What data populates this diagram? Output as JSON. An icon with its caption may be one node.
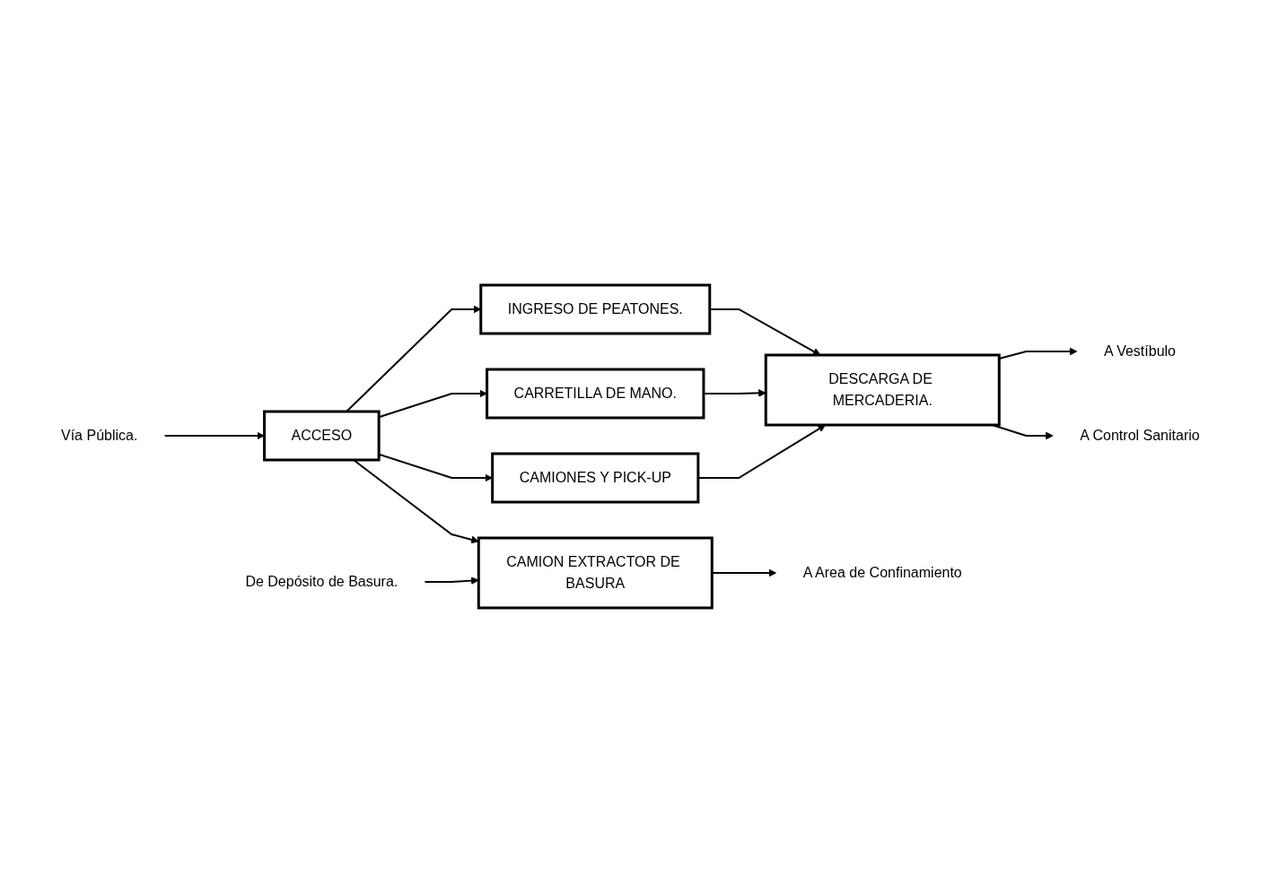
{
  "diagram": {
    "nodes": [
      {
        "text": [
          "Vía Pública."
        ]
      },
      {
        "text": [
          "ACCESO"
        ]
      },
      {
        "text": [
          "INGRESO DE PEATONES."
        ]
      },
      {
        "text": [
          "CARRETILLA DE MANO."
        ]
      },
      {
        "text": [
          "CAMIONES Y PICK-UP"
        ]
      },
      {
        "text": [
          "CAMION EXTRACTOR DE BASURA"
        ]
      },
      {
        "text": [
          "DESCARGA DE MERCADERIA."
        ]
      },
      {
        "text": [
          "A Vestíbulo"
        ]
      },
      {
        "text": [
          "A Control Sanitario"
        ]
      },
      {
        "text": [
          "A Area de Confinamiento"
        ]
      },
      {
        "text": [
          "De Depósito de Basura."
        ]
      }
    ],
    "edges": [
      {
        "from": 0,
        "to": 1,
        "arrow": "to"
      },
      {
        "from": 1,
        "to": 2,
        "arrow": "to"
      },
      {
        "from": 1,
        "to": 3,
        "arrow": "to"
      },
      {
        "from": 1,
        "to": 4,
        "arrow": "to"
      },
      {
        "from": 1,
        "to": 5,
        "arrow": "to"
      },
      {
        "from": 2,
        "to": 6,
        "arrow": "to"
      },
      {
        "from": 3,
        "to": 6,
        "arrow": "to"
      },
      {
        "from": 4,
        "to": 6,
        "arrow": "to"
      },
      {
        "from": 6,
        "to": 7,
        "arrow": "to"
      },
      {
        "from": 6,
        "to": 8,
        "arrow": "to"
      },
      {
        "from": 5,
        "to": 9,
        "arrow": "to"
      },
      {
        "from": 10,
        "to": 5,
        "arrow": "to"
      }
    ]
  }
}
